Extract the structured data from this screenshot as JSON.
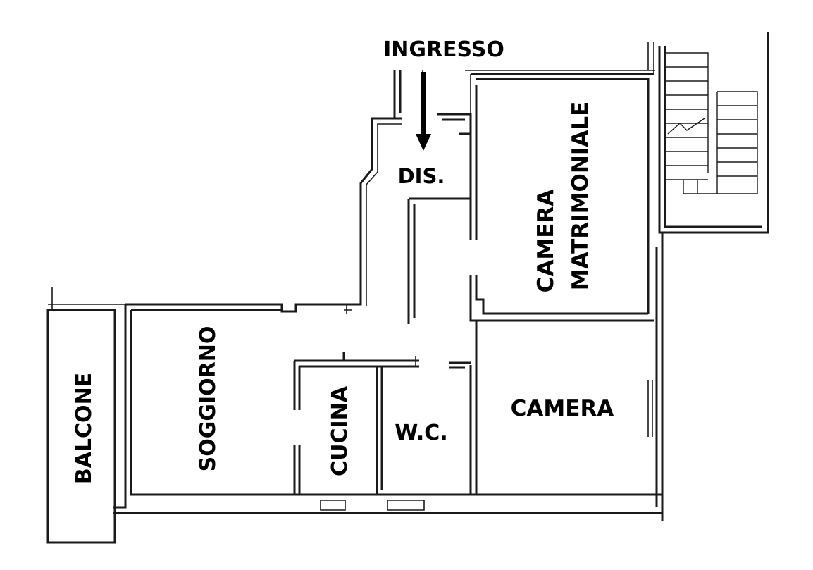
{
  "labels": {
    "entrance": "INGRESSO",
    "hallway": "DIS.",
    "master_bedroom_line1": "CAMERA",
    "master_bedroom_line2": "MATRIMONIALE",
    "living_room": "SOGGIORNO",
    "balcony": "BALCONE",
    "kitchen": "CUCINA",
    "bathroom": "W.C.",
    "bedroom": "CAMERA"
  },
  "colors": {
    "wall": "#1a1a1a",
    "background": "#ffffff",
    "text": "#000000"
  }
}
